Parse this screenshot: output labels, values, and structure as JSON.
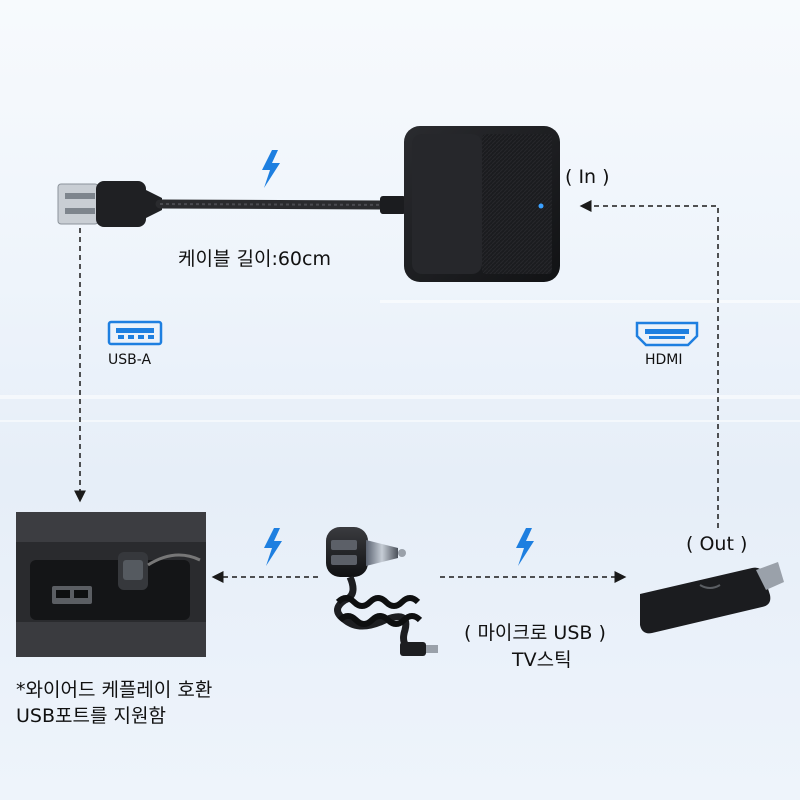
{
  "texts": {
    "cable_length": "케이블 길이:60cm",
    "in_label": "( In )",
    "out_label": "( Out )",
    "usb_a_label": "USB-A",
    "hdmi_label": "HDMI",
    "micro_usb_line1": "( 마이크로 USB )",
    "micro_usb_line2": "TV스틱",
    "note_line1": "*와이어드 케플레이 호환",
    "note_line2": "USB포트를 지원함"
  },
  "icons": {
    "power": "lightning-bolt-icon",
    "usb_port": "usb-a-port-icon",
    "hdmi_port": "hdmi-port-icon"
  },
  "colors": {
    "accent_blue": "#1e7fe0",
    "arrow_dark": "#1a1a1a",
    "device_dark": "#1c1d20"
  }
}
